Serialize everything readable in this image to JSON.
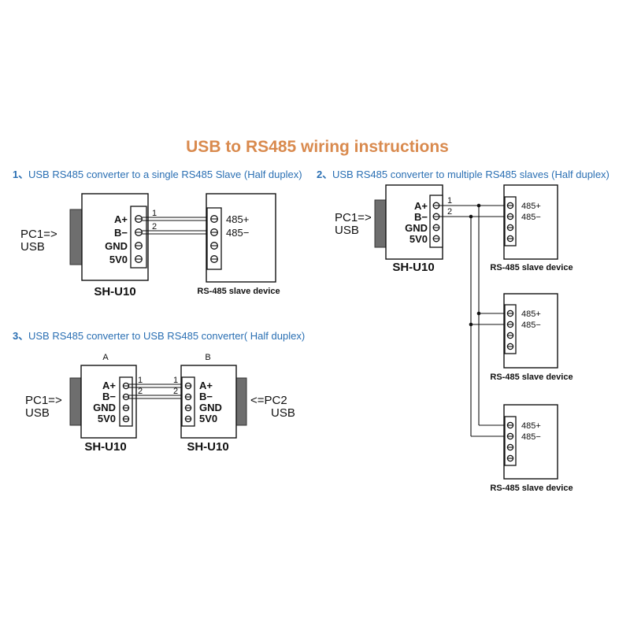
{
  "title": "USB to RS485 wiring instructions",
  "sections": [
    {
      "num": "1、",
      "text": "USB RS485 converter to a single RS485 Slave (Half duplex)"
    },
    {
      "num": "2、",
      "text": "USB RS485 converter to multiple RS485 slaves (Half duplex)"
    },
    {
      "num": "3、",
      "text": "USB RS485 converter to USB RS485 converter( Half duplex)"
    }
  ],
  "converter": {
    "model": "SH-U10",
    "pins": [
      "A+",
      "B−",
      "GND",
      "5V0"
    ],
    "pc1": "PC1=>",
    "pc2": "<=PC2",
    "usb": "USB"
  },
  "slave": {
    "label": "RS-485 slave device",
    "pins": [
      "485+",
      "485−"
    ]
  },
  "wires": [
    "1",
    "2"
  ],
  "unit_labels": [
    "A",
    "B"
  ]
}
